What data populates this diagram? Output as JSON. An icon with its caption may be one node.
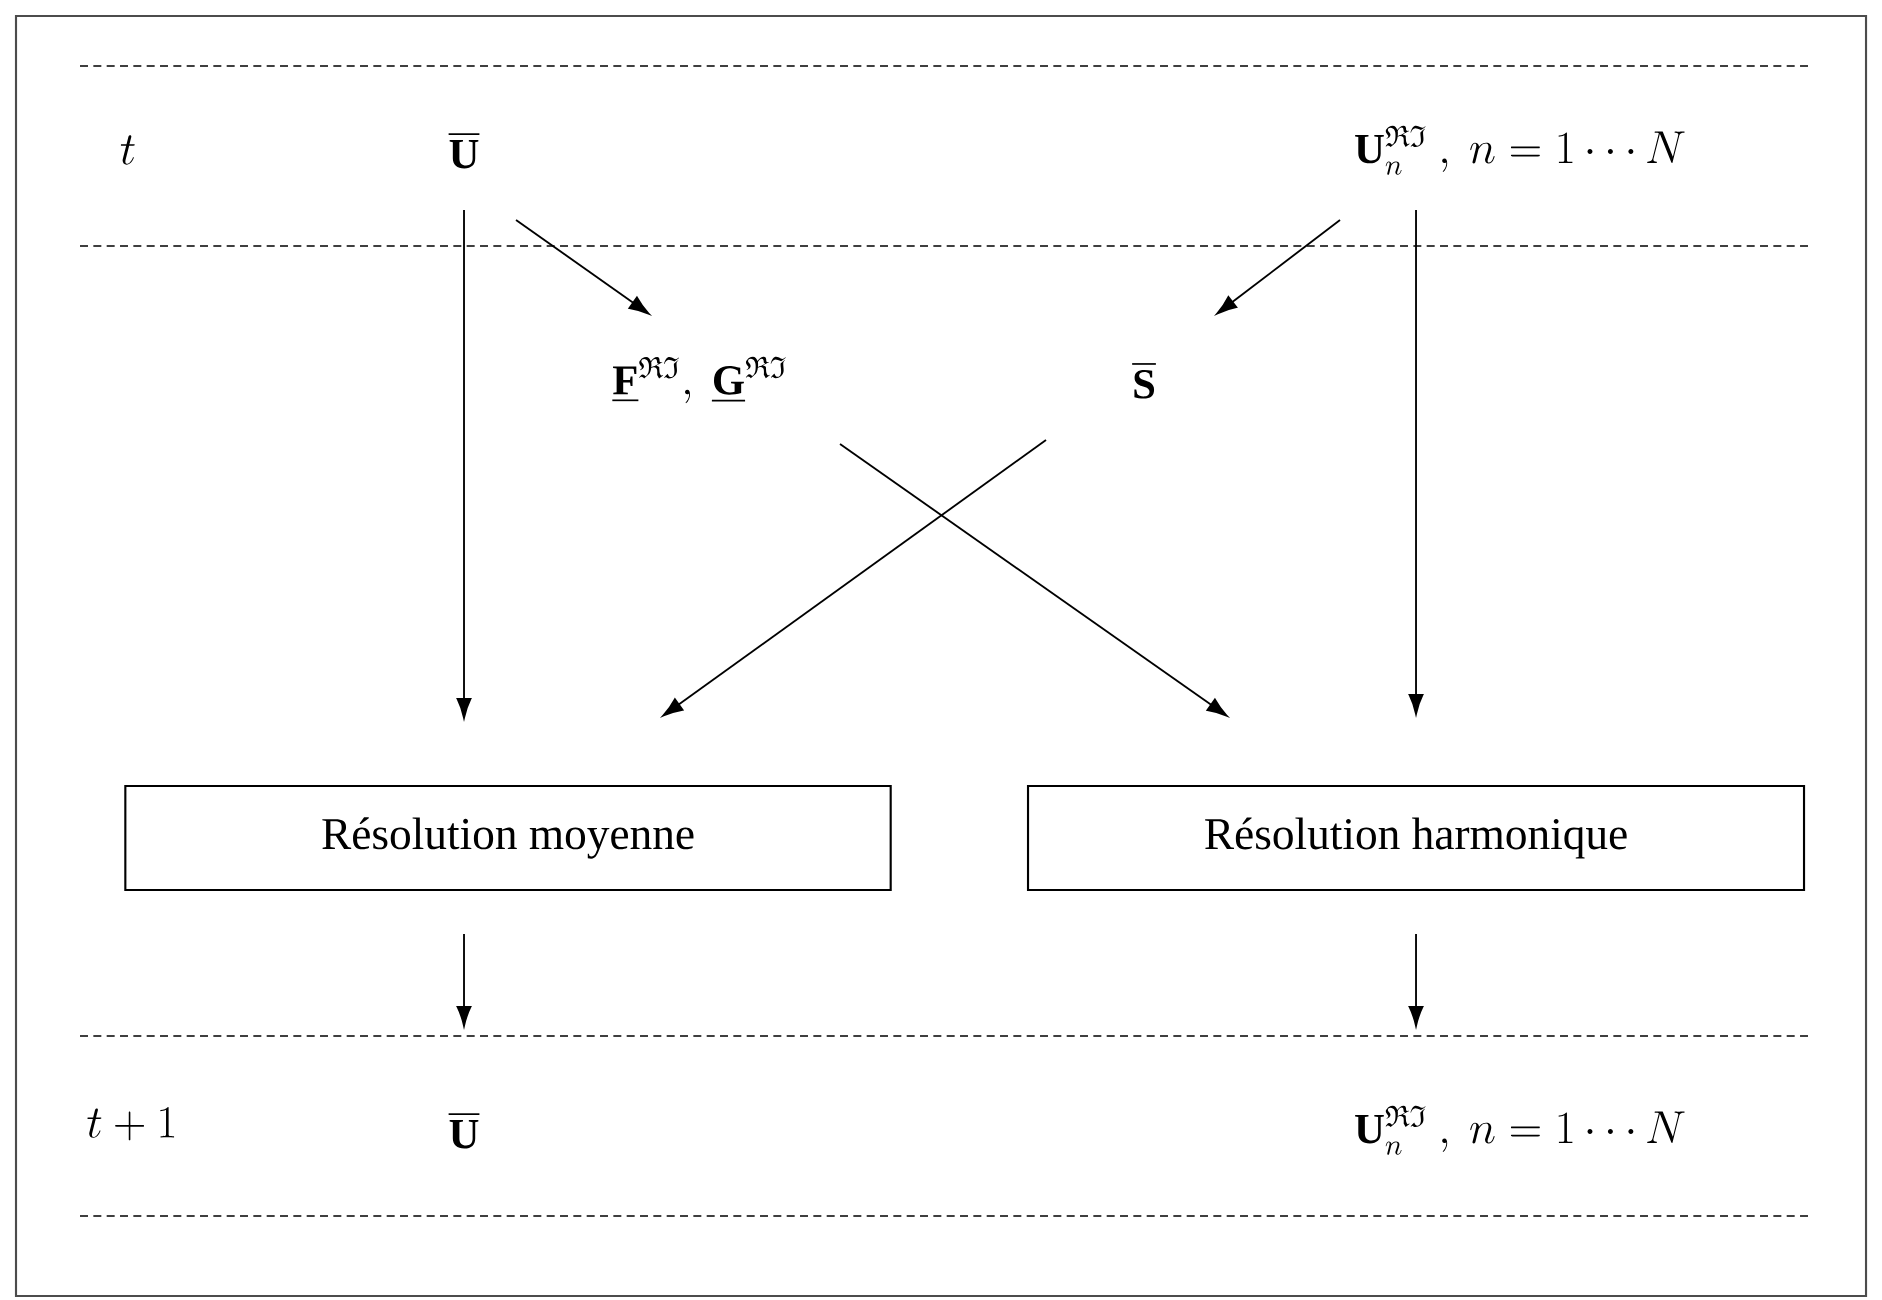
{
  "diagram": {
    "nodes": [
      {
        "text": [
          "\\overline{\\mathbf{U}}"
        ]
      },
      {
        "text": [
          "\\mathbf{U}_n^{\\mathfrak{R}\\mathfrak{I}}\\ ,\\ n=1\\cdots N"
        ]
      },
      {
        "text": [
          "\\underline{\\mathbf{F}}^{\\mathfrak{R}\\mathfrak{I}},\\ \\underline{\\mathbf{G}}^{\\mathfrak{R}\\mathfrak{I}}"
        ]
      },
      {
        "text": [
          "\\overline{\\mathbf{S}}"
        ]
      },
      {
        "text": [
          "Résolution moyenne"
        ]
      },
      {
        "text": [
          "Résolution harmonique"
        ]
      },
      {
        "text": [
          "\\overline{\\mathbf{U}}"
        ]
      },
      {
        "text": [
          "\\mathbf{U}_n^{\\mathfrak{R}\\mathfrak{I}}\\ ,\\ n=1\\cdots N"
        ]
      }
    ],
    "edges": [
      {
        "from": 0,
        "to": 2,
        "arrow": "to"
      },
      {
        "from": 1,
        "to": 3,
        "arrow": "to"
      },
      {
        "from": 0,
        "to": 4,
        "arrow": "to"
      },
      {
        "from": 1,
        "to": 5,
        "arrow": "to"
      },
      {
        "from": 3,
        "to": 4,
        "arrow": "to"
      },
      {
        "from": 2,
        "to": 5,
        "arrow": "to"
      },
      {
        "from": 4,
        "to": 6,
        "arrow": "to"
      },
      {
        "from": 5,
        "to": 7,
        "arrow": "to"
      }
    ],
    "labels": [
      "t",
      "t+1"
    ]
  }
}
